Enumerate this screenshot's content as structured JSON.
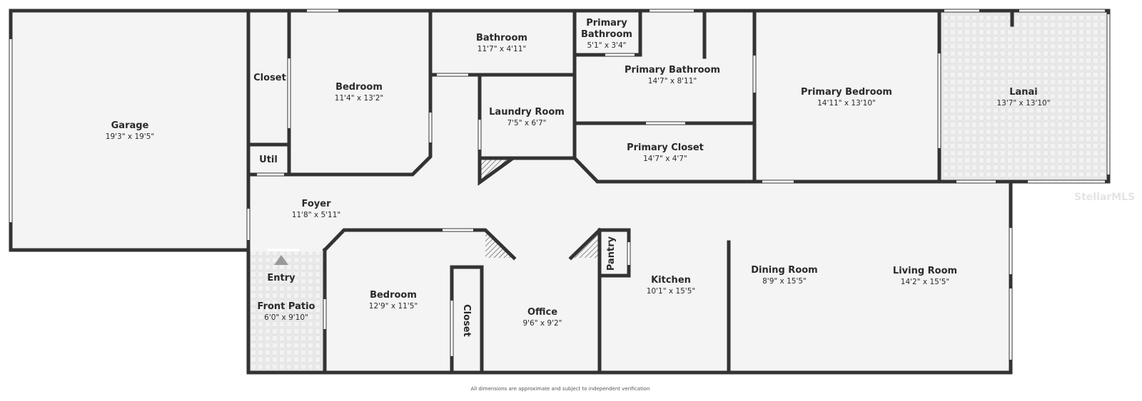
{
  "rooms": {
    "garage": {
      "name": "Garage",
      "dim": "19'3\" x 19'5\""
    },
    "closet1": {
      "name": "Closet"
    },
    "util": {
      "name": "Util"
    },
    "bedroom1": {
      "name": "Bedroom",
      "dim": "11'4\" x 13'2\""
    },
    "bathroom": {
      "name": "Bathroom",
      "dim": "11'7\" x 4'11\""
    },
    "laundry": {
      "name": "Laundry Room",
      "dim": "7'5\" x 6'7\""
    },
    "primary_bath_small": {
      "name_line1": "Primary",
      "name_line2": "Bathroom",
      "dim": "5'1\" x 3'4\""
    },
    "primary_bath": {
      "name": "Primary Bathroom",
      "dim": "14'7\" x 8'11\""
    },
    "primary_closet": {
      "name": "Primary Closet",
      "dim": "14'7\" x 4'7\""
    },
    "primary_bedroom": {
      "name": "Primary Bedroom",
      "dim": "14'11\" x 13'10\""
    },
    "lanai": {
      "name": "Lanai",
      "dim": "13'7\" x 13'10\""
    },
    "foyer": {
      "name": "Foyer",
      "dim": "11'8\" x 5'11\""
    },
    "entry": {
      "name": "Entry"
    },
    "front_patio": {
      "name": "Front Patio",
      "dim": "6'0\" x 9'10\""
    },
    "bedroom2": {
      "name": "Bedroom",
      "dim": "12'9\" x 11'5\""
    },
    "closet2": {
      "name": "Closet"
    },
    "office": {
      "name": "Office",
      "dim": "9'6\" x 9'2\""
    },
    "pantry": {
      "name": "Pantry"
    },
    "kitchen": {
      "name": "Kitchen",
      "dim": "10'1\" x 15'5\""
    },
    "dining": {
      "name": "Dining Room",
      "dim": "8'9\" x 15'5\""
    },
    "living": {
      "name": "Living Room",
      "dim": "14'2\" x 15'5\""
    }
  },
  "watermark": "StellarMLS",
  "footnote": "All dimensions are approximate and subject to independent verification"
}
